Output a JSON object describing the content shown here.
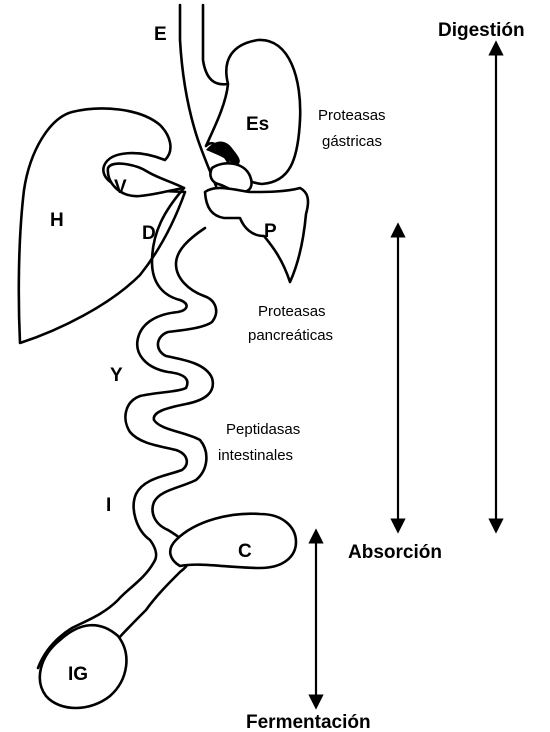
{
  "organs": {
    "esofago": "E",
    "estomago": "Es",
    "higado": "H",
    "vesicula": "V",
    "duodeno": "D",
    "pancreas": "P",
    "yeyuno": "Y",
    "ileon": "I",
    "ciego": "C",
    "intestino_grueso": "IG"
  },
  "enzymes": {
    "gastric_line1": "Proteasas",
    "gastric_line2": "gástricas",
    "pancreatic_line1": "Proteasas",
    "pancreatic_line2": "pancreáticas",
    "intestinal_line1": "Peptidasas",
    "intestinal_line2": "intestinales"
  },
  "phases": {
    "digestion": "Digestión",
    "absorption": "Absorción",
    "fermentation": "Fermentación"
  },
  "colors": {
    "ink": "#000000",
    "background": "#ffffff"
  }
}
